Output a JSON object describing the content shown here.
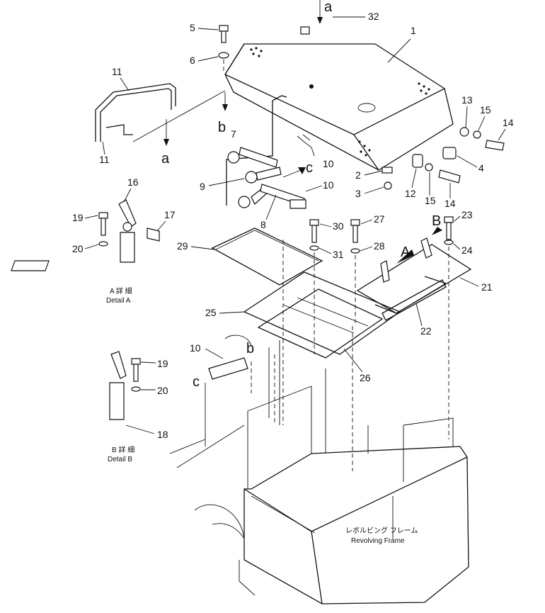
{
  "part_numbers": {
    "p1": "1",
    "p2": "2",
    "p3": "3",
    "p4": "4",
    "p5": "5",
    "p6": "6",
    "p7": "7",
    "p8": "8",
    "p9": "9",
    "p10a": "10",
    "p10b": "10",
    "p10c": "10",
    "p11a": "11",
    "p11b": "11",
    "p12": "12",
    "p13": "13",
    "p14a": "14",
    "p14b": "14",
    "p15a": "15",
    "p15b": "15",
    "p16": "16",
    "p17": "17",
    "p18": "18",
    "p19a": "19",
    "p19b": "19",
    "p20a": "20",
    "p20b": "20",
    "p21": "21",
    "p22": "22",
    "p23": "23",
    "p24": "24",
    "p25": "25",
    "p26": "26",
    "p27": "27",
    "p28": "28",
    "p29": "29",
    "p30": "30",
    "p31": "31",
    "p32": "32"
  },
  "reference_letters": {
    "a_top": "a",
    "a_left": "a",
    "b_upper": "b",
    "b_lower": "b",
    "c_upper": "c",
    "c_lower": "c",
    "A": "A",
    "B": "B"
  },
  "captions": {
    "detail_a_jp": "A 詳 細",
    "detail_a_en": "Detail A",
    "detail_b_jp": "B 詳 細",
    "detail_b_en": "Detail B",
    "frame_jp": "レボルビング フレーム",
    "frame_en": "Revolving Frame"
  }
}
